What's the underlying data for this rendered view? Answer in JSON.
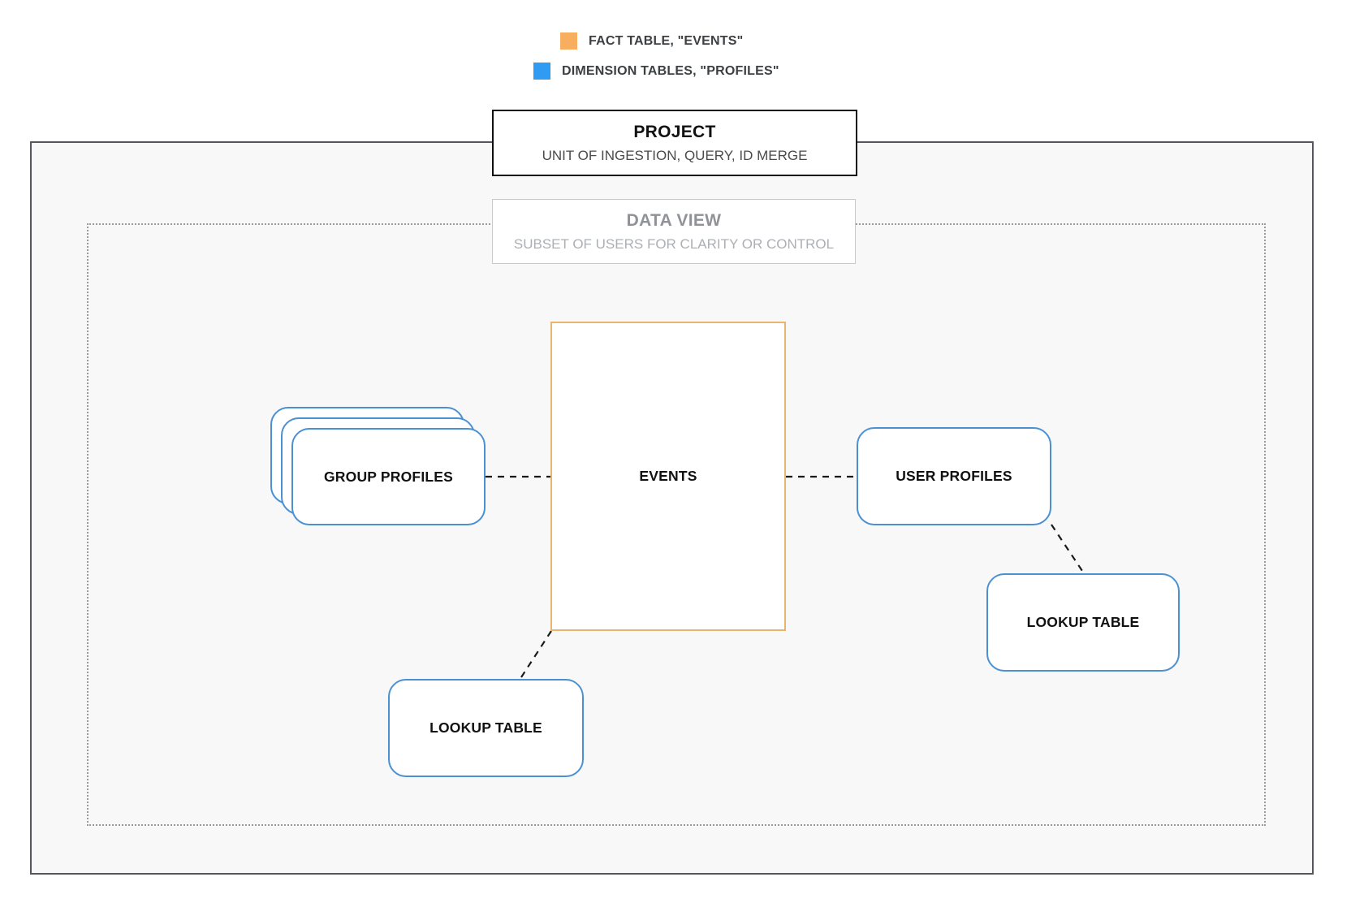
{
  "legend": {
    "items": [
      {
        "label": "FACT TABLE, \"EVENTS\"",
        "color": "#F7AE5E",
        "type": "fact"
      },
      {
        "label": "DIMENSION TABLES, \"PROFILES\"",
        "color": "#2F9BF3",
        "type": "dimension"
      }
    ]
  },
  "project_box": {
    "title": "PROJECT",
    "subtitle": "UNIT OF INGESTION, QUERY, ID MERGE"
  },
  "data_view_box": {
    "title": "DATA VIEW",
    "subtitle": "SUBSET OF USERS FOR CLARITY OR CONTROL"
  },
  "nodes": {
    "events": {
      "label": "EVENTS",
      "type": "fact"
    },
    "group_profiles": {
      "label": "GROUP PROFILES",
      "type": "dimension"
    },
    "user_profiles": {
      "label": "USER PROFILES",
      "type": "dimension"
    },
    "lookup_table_bottom": {
      "label": "LOOKUP TABLE",
      "type": "dimension"
    },
    "lookup_table_right": {
      "label": "LOOKUP TABLE",
      "type": "dimension"
    }
  },
  "colors": {
    "fact_accent": "#F7AE5E",
    "dimension_accent": "#2F9BF3",
    "fact_border": "#E9B470",
    "dimension_border": "#4A90D2",
    "outer_frame_border": "#54585C",
    "inner_frame_border": "#9B9B9B",
    "canvas_background": "#F8F8F9",
    "connector": "#1A1A1A"
  }
}
